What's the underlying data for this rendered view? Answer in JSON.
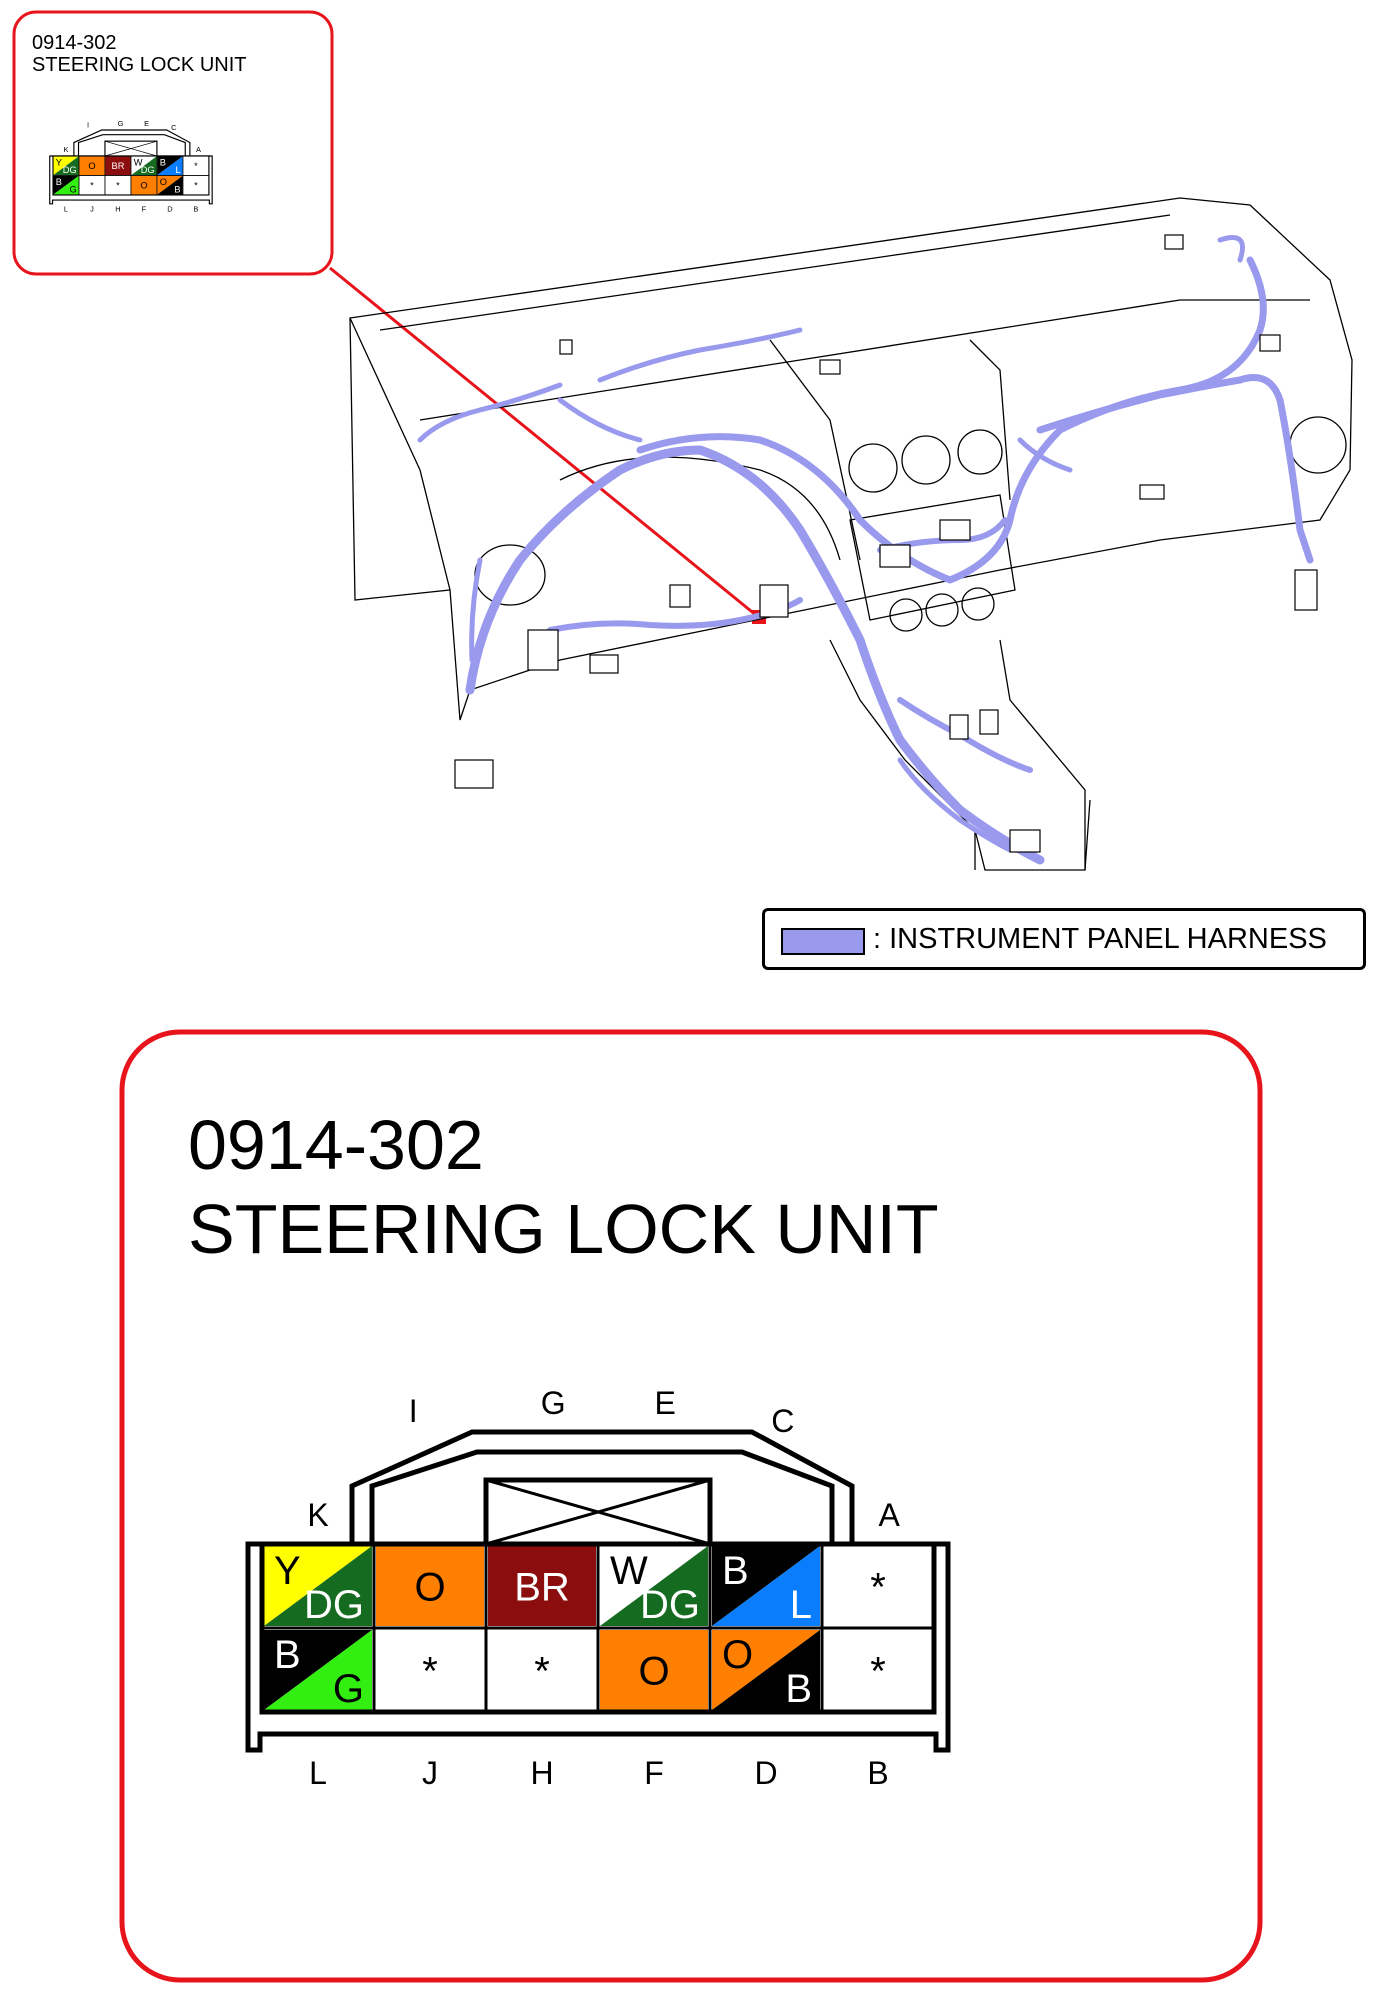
{
  "inset": {
    "code": "0914-302",
    "name": "STEERING LOCK UNIT"
  },
  "detail": {
    "code": "0914-302",
    "name": "STEERING LOCK UNIT"
  },
  "legend": {
    "label": ": INSTRUMENT PANEL HARNESS",
    "color": "#9999ee"
  },
  "colors": {
    "frame_red": "#e8141b",
    "harness": "#9999ee",
    "Y": "#ffff00",
    "DG": "#156b1f",
    "O": "#ff7f00",
    "BR": "#8b0d0d",
    "W": "#ffffff",
    "B": "#000000",
    "L": "#0a7dfd",
    "G": "#33ee11"
  },
  "connector": {
    "top_labels": [
      "K",
      "I",
      "G",
      "E",
      "C",
      "A"
    ],
    "bottom_labels": [
      "L",
      "J",
      "H",
      "F",
      "D",
      "B"
    ],
    "top_row": [
      {
        "terminal": "K",
        "primary": "Y",
        "secondary": "DG",
        "split": "diag-up"
      },
      {
        "terminal": "I",
        "primary": "O",
        "secondary": "",
        "split": "solid"
      },
      {
        "terminal": "G",
        "primary": "BR",
        "secondary": "",
        "split": "solid"
      },
      {
        "terminal": "E",
        "primary": "W",
        "secondary": "DG",
        "split": "diag-up"
      },
      {
        "terminal": "C",
        "primary": "B",
        "secondary": "L",
        "split": "diag-up"
      },
      {
        "terminal": "A",
        "primary": "*",
        "secondary": "",
        "split": "empty"
      }
    ],
    "bottom_row": [
      {
        "terminal": "L",
        "primary": "B",
        "secondary": "G",
        "split": "diag-up"
      },
      {
        "terminal": "J",
        "primary": "*",
        "secondary": "",
        "split": "empty"
      },
      {
        "terminal": "H",
        "primary": "*",
        "secondary": "",
        "split": "empty"
      },
      {
        "terminal": "F",
        "primary": "O",
        "secondary": "",
        "split": "solid"
      },
      {
        "terminal": "D",
        "primary": "O",
        "secondary": "B",
        "split": "diag-up"
      },
      {
        "terminal": "B",
        "primary": "*",
        "secondary": "",
        "split": "empty"
      }
    ]
  }
}
